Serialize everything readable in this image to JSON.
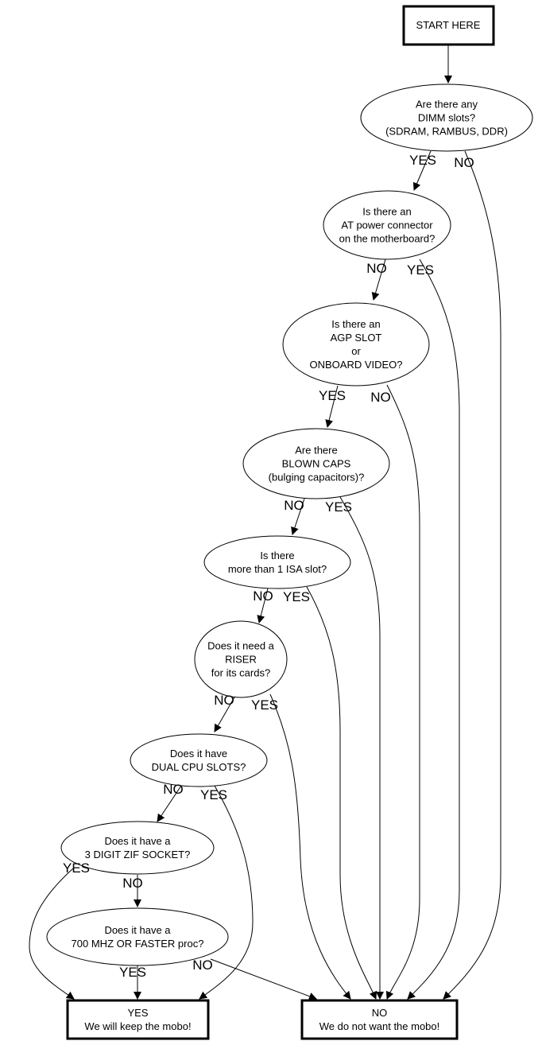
{
  "start": {
    "label": "START HERE"
  },
  "questions": [
    {
      "lines": [
        "Are there any",
        "DIMM slots?",
        "(SDRAM, RAMBUS, DDR)"
      ]
    },
    {
      "lines": [
        "Is there an",
        "AT power connector",
        "on the motherboard?"
      ]
    },
    {
      "lines": [
        "Is there an",
        "AGP SLOT",
        "or",
        "ONBOARD VIDEO?"
      ]
    },
    {
      "lines": [
        "Are there",
        "BLOWN CAPS",
        "(bulging capacitors)?"
      ]
    },
    {
      "lines": [
        "Is there",
        "more than 1 ISA slot?"
      ]
    },
    {
      "lines": [
        "Does it need a",
        "RISER",
        "for its cards?"
      ]
    },
    {
      "lines": [
        "Does it have",
        "DUAL CPU SLOTS?"
      ]
    },
    {
      "lines": [
        "Does it have a",
        "3 DIGIT ZIF SOCKET?"
      ]
    },
    {
      "lines": [
        "Does it have a",
        "700 MHZ OR FASTER proc?"
      ]
    }
  ],
  "outcomes": {
    "keep": {
      "lines": [
        "YES",
        "We will keep the mobo!"
      ]
    },
    "reject": {
      "lines": [
        "NO",
        "We do not want the mobo!"
      ]
    }
  },
  "edge_labels": {
    "q1_yes": "YES",
    "q1_no": "NO",
    "q2_no": "NO",
    "q2_yes": "YES",
    "q3_yes": "YES",
    "q3_no": "NO",
    "q4_no": "NO",
    "q4_yes": "YES",
    "q5_no": "NO",
    "q5_yes": "YES",
    "q6_no": "NO",
    "q6_yes": "YES",
    "q7_no": "NO",
    "q7_yes": "YES",
    "q8_yes": "YES",
    "q8_no": "NO",
    "q9_yes": "YES",
    "q9_no": "NO"
  }
}
